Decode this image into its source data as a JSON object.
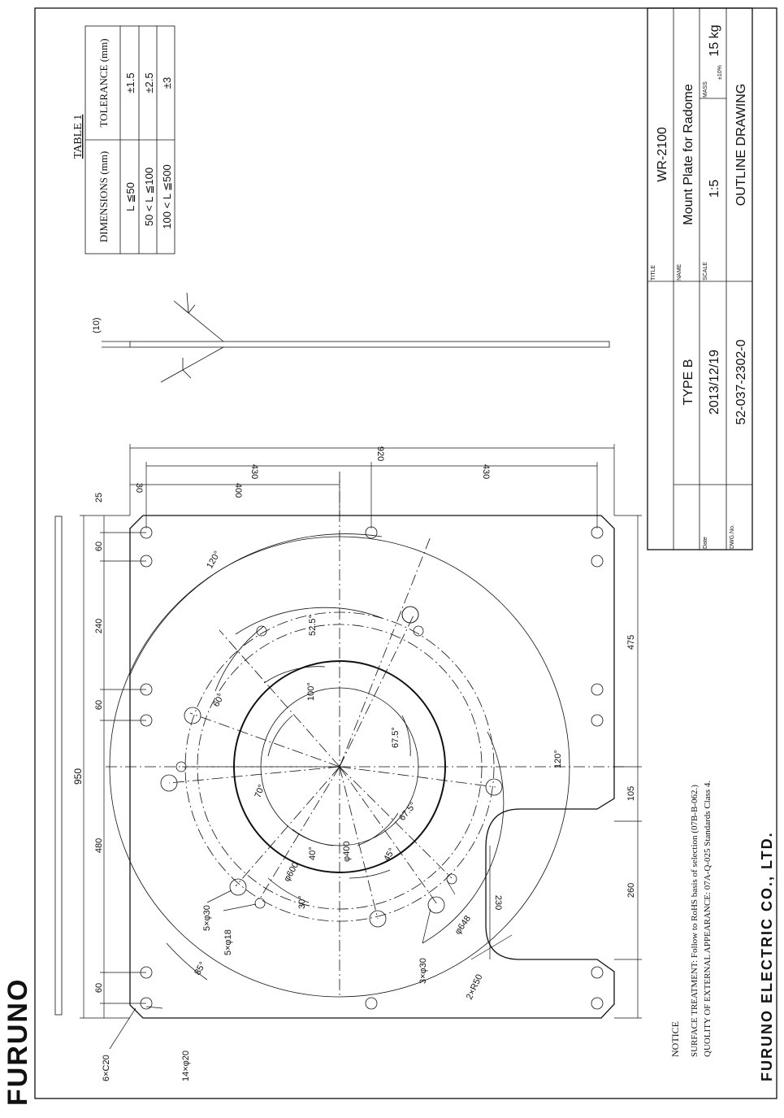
{
  "brand": {
    "logo": "FURUNO",
    "company": "FURUNO ELECTRIC CO., LTD."
  },
  "title_block": {
    "title_label": "TITLE",
    "title": "WR-2100",
    "name_label": "NAME",
    "name": "Mount Plate for Radome",
    "scale_label": "SCALE",
    "scale": "1:5",
    "mass_label": "MASS",
    "mass_tolerance": "±10%",
    "mass": "15 kg",
    "drawing_type": "OUTLINE DRAWING",
    "type": "TYPE B",
    "date_label": "Date",
    "date": "2013/12/19",
    "dwg_label": "DWG.No.",
    "dwg_no": "52-037-2302-0"
  },
  "table1": {
    "title": "TABLE 1",
    "headers": [
      "DIMENSIONS (mm)",
      "TOLERANCE (mm)"
    ],
    "rows": [
      [
        "L ≦50",
        "±1.5"
      ],
      [
        "50 < L ≦100",
        "±2.5"
      ],
      [
        "100 < L ≦500",
        "±3"
      ]
    ]
  },
  "notice": {
    "heading": "NOTICE",
    "lines": [
      "SURFACE TREATMENT: Follow to RoHS basis of selection (07B-B-062.)",
      "QUOLITY OF EXTERNAL APPEARANCE: 07A-Q-025 Standards Class 4."
    ]
  },
  "dimensions": {
    "d950": "950",
    "d25": "25",
    "d60a": "60",
    "d240": "240",
    "d60b": "60",
    "d480": "480",
    "d60c": "60",
    "d920": "920",
    "d430a": "430",
    "d430b": "430",
    "d400": "400",
    "d30": "30",
    "d475": "475",
    "d105": "105",
    "d260": "260",
    "d230": "230",
    "d10": "(10)"
  },
  "angles": {
    "a120a": "120°",
    "a52_5": "52.5°",
    "a60": "60°",
    "a100": "100°",
    "a70": "70°",
    "a67_5a": "67.5°",
    "a67_5b": "67.5°",
    "a120b": "120°",
    "a40": "40°",
    "a30": "30°",
    "a45": "45°",
    "a85": "85°"
  },
  "callouts": {
    "c6xC20": "6×C20",
    "c14x20": "14×φ20",
    "c5x30": "5×φ30",
    "c5x18": "5×φ18",
    "c3x30": "3×φ30",
    "c2xR50": "2×R50",
    "c600": "φ600",
    "c400": "φ400",
    "c648": "φ648"
  }
}
